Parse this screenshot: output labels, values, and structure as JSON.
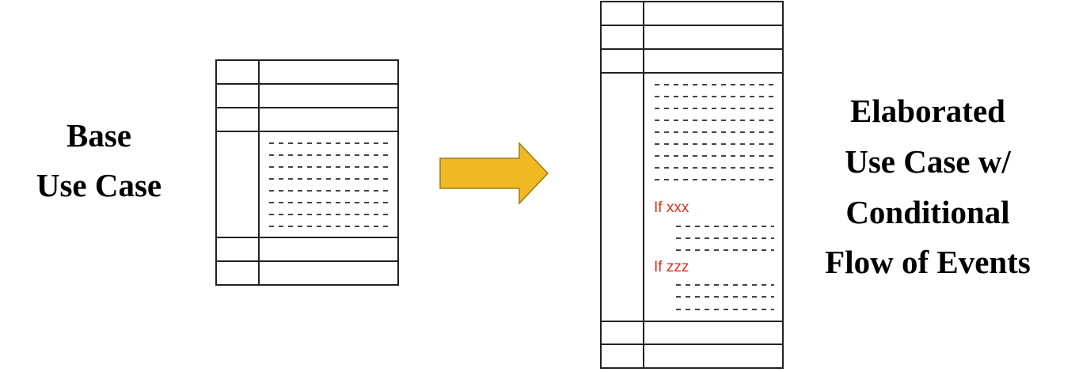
{
  "left_label": {
    "lines": [
      "Base",
      "Use Case"
    ]
  },
  "right_label": {
    "lines": [
      "Elaborated",
      "Use Case w/",
      "Conditional",
      "Flow of Events"
    ]
  },
  "conditions": [
    "If xxx",
    "If zzz"
  ],
  "colors": {
    "arrow": "#f0b823",
    "arrow_stroke": "#a07a10",
    "condition": "#e0301e",
    "lines": "#222222"
  }
}
